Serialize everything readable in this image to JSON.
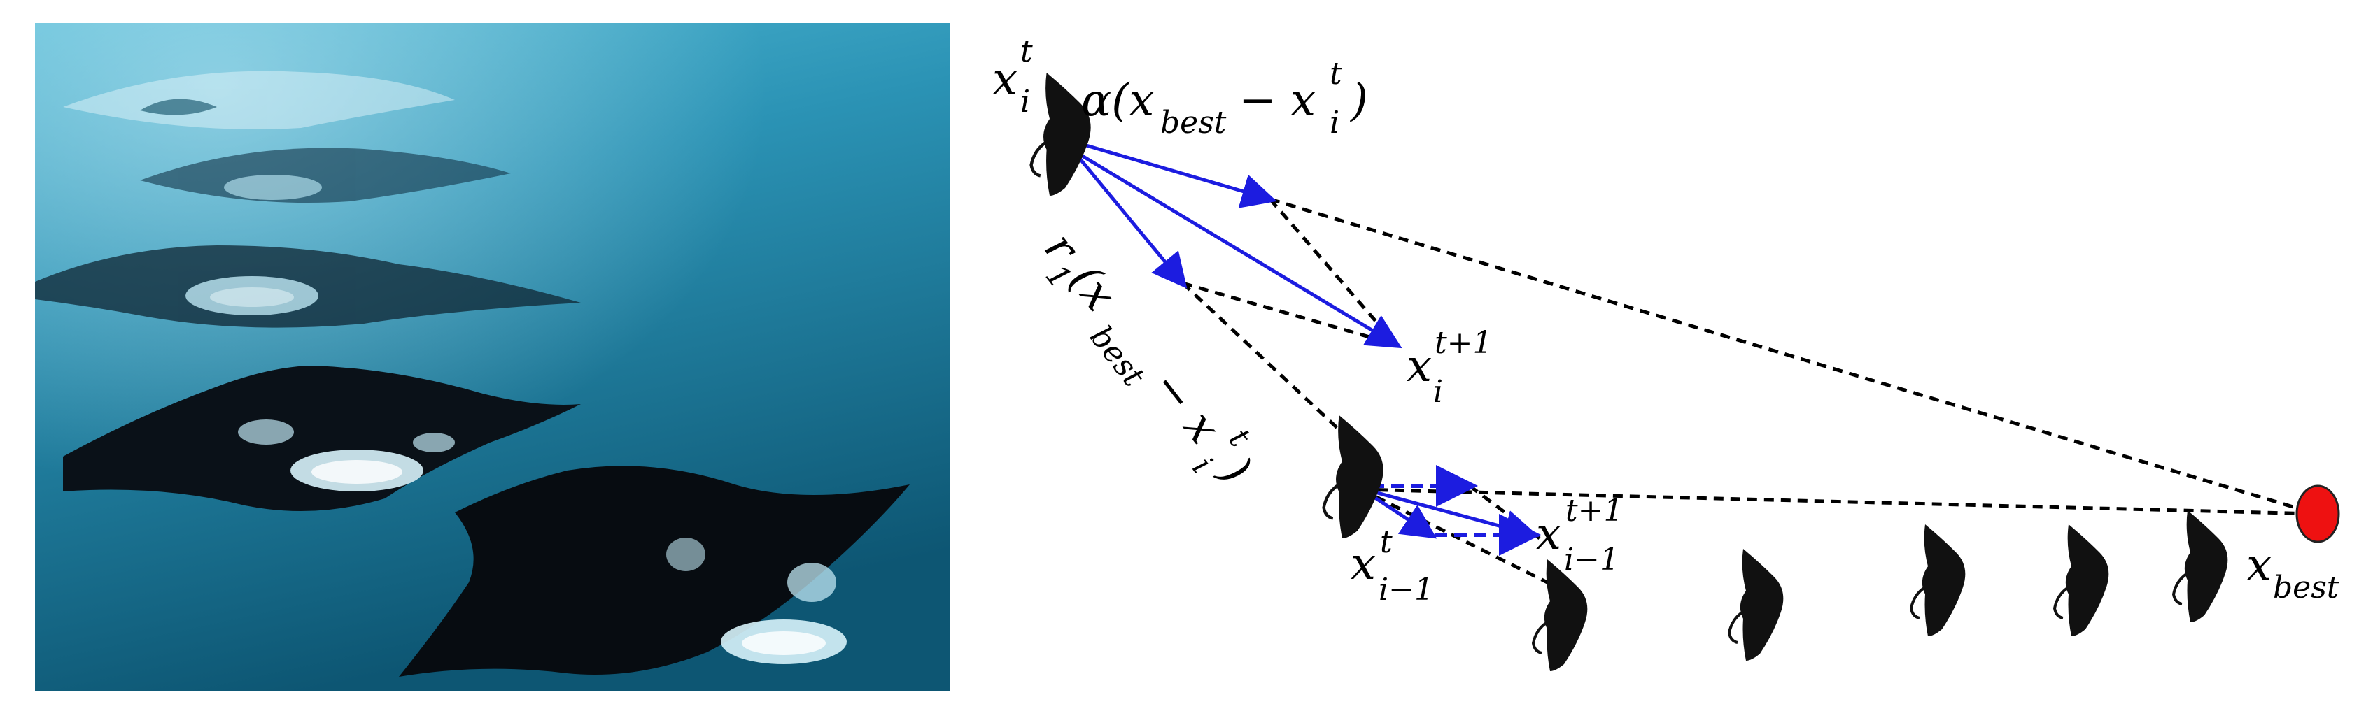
{
  "photo": {
    "description_icon": "manta-ray-school-photo",
    "colors": {
      "water_top": "#3aa8c6",
      "water_bottom": "#0e5876",
      "ray": "#0a0f14",
      "highlight": "#dff4fb"
    }
  },
  "diagram": {
    "colors": {
      "vector": "#1c1ce0",
      "dashed": "#000000",
      "best_fill": "#ee1111",
      "ray": "#111111"
    },
    "labels": {
      "xi_t": {
        "base": "x",
        "sub": "i",
        "sup": "t"
      },
      "alpha_term": "α(x",
      "alpha_best_sub": "best",
      "alpha_minus": " − x",
      "alpha_i_sub": "i",
      "alpha_t_sup": "t",
      "alpha_close": ")",
      "r1_term": "r",
      "r1_sub": "1",
      "r1_open": "(x",
      "r1_best_sub": "best",
      "r1_minus": " − x",
      "r1_i_sub": "i",
      "r1_t_sup": "t",
      "r1_close": ")",
      "xi_t1": {
        "base": "x",
        "sub": "i",
        "sup": "t+1"
      },
      "xim1_t": {
        "base": "x",
        "sub": "i−1",
        "sup": "t"
      },
      "xim1_t1": {
        "base": "x",
        "sub": "i−1",
        "sup": "t+1"
      },
      "xbest": {
        "base": "x",
        "sub": "best"
      }
    }
  }
}
